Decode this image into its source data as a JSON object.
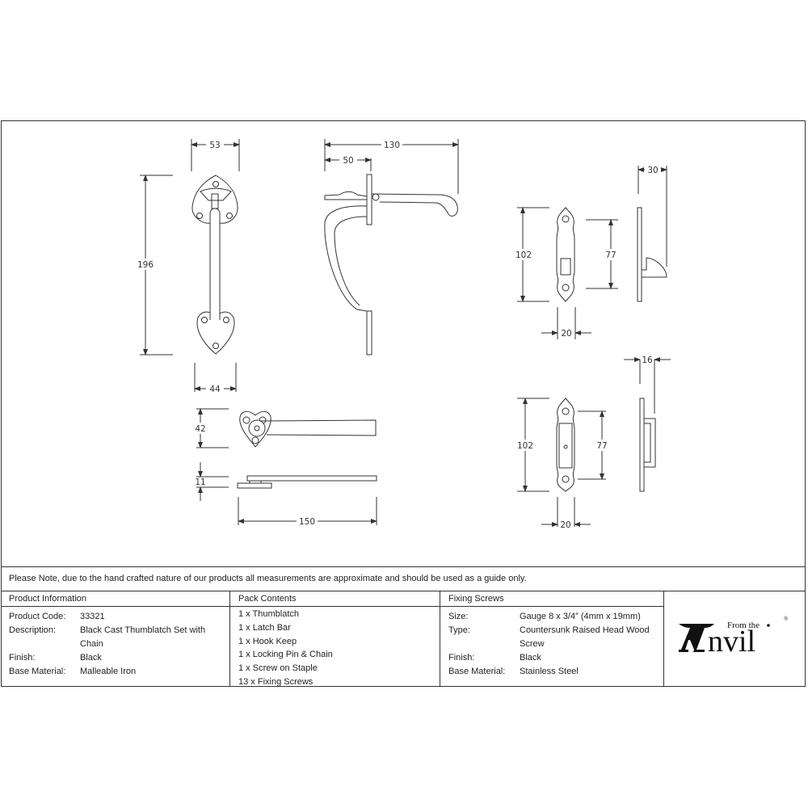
{
  "drawing": {
    "handle_front": {
      "width_top": "53",
      "height": "196",
      "width_bottom": "44"
    },
    "handle_side": {
      "depth_total": "130",
      "depth_to_plate": "50"
    },
    "hook_keep": {
      "height": "102",
      "hole_spacing": "77",
      "width": "20",
      "depth": "30"
    },
    "staple_keep": {
      "height": "102",
      "hole_spacing": "77",
      "width": "20",
      "depth": "16"
    },
    "latch_bar": {
      "height": "42",
      "thickness": "11",
      "length": "150"
    }
  },
  "note": "Please Note, due to the hand crafted nature of our products all measurements are approximate and should be used as a guide only.",
  "product_info": {
    "header": "Product Information",
    "rows": [
      {
        "label": "Product Code:",
        "value": "33321"
      },
      {
        "label": "Description:",
        "value": "Black Cast Thumblatch Set with Chain"
      },
      {
        "label": "Finish:",
        "value": "Black"
      },
      {
        "label": "Base Material:",
        "value": "Malleable Iron"
      }
    ]
  },
  "pack_contents": {
    "header": "Pack Contents",
    "items": [
      "1 x Thumblatch",
      "1 x Latch Bar",
      "1 x Hook Keep",
      "1 x Locking Pin & Chain",
      "1 x Screw on Staple",
      "13 x Fixing Screws"
    ]
  },
  "fixing_screws": {
    "header": "Fixing Screws",
    "rows": [
      {
        "label": "Size:",
        "value": "Gauge 8 x 3/4” (4mm x 19mm)"
      },
      {
        "label": "Type:",
        "value": "Countersunk Raised Head Wood Screw"
      },
      {
        "label": "Finish:",
        "value": "Black"
      },
      {
        "label": "Base Material:",
        "value": "Stainless Steel"
      }
    ]
  },
  "logo": {
    "small": "From the",
    "big": "nvil",
    "mark": "®"
  }
}
